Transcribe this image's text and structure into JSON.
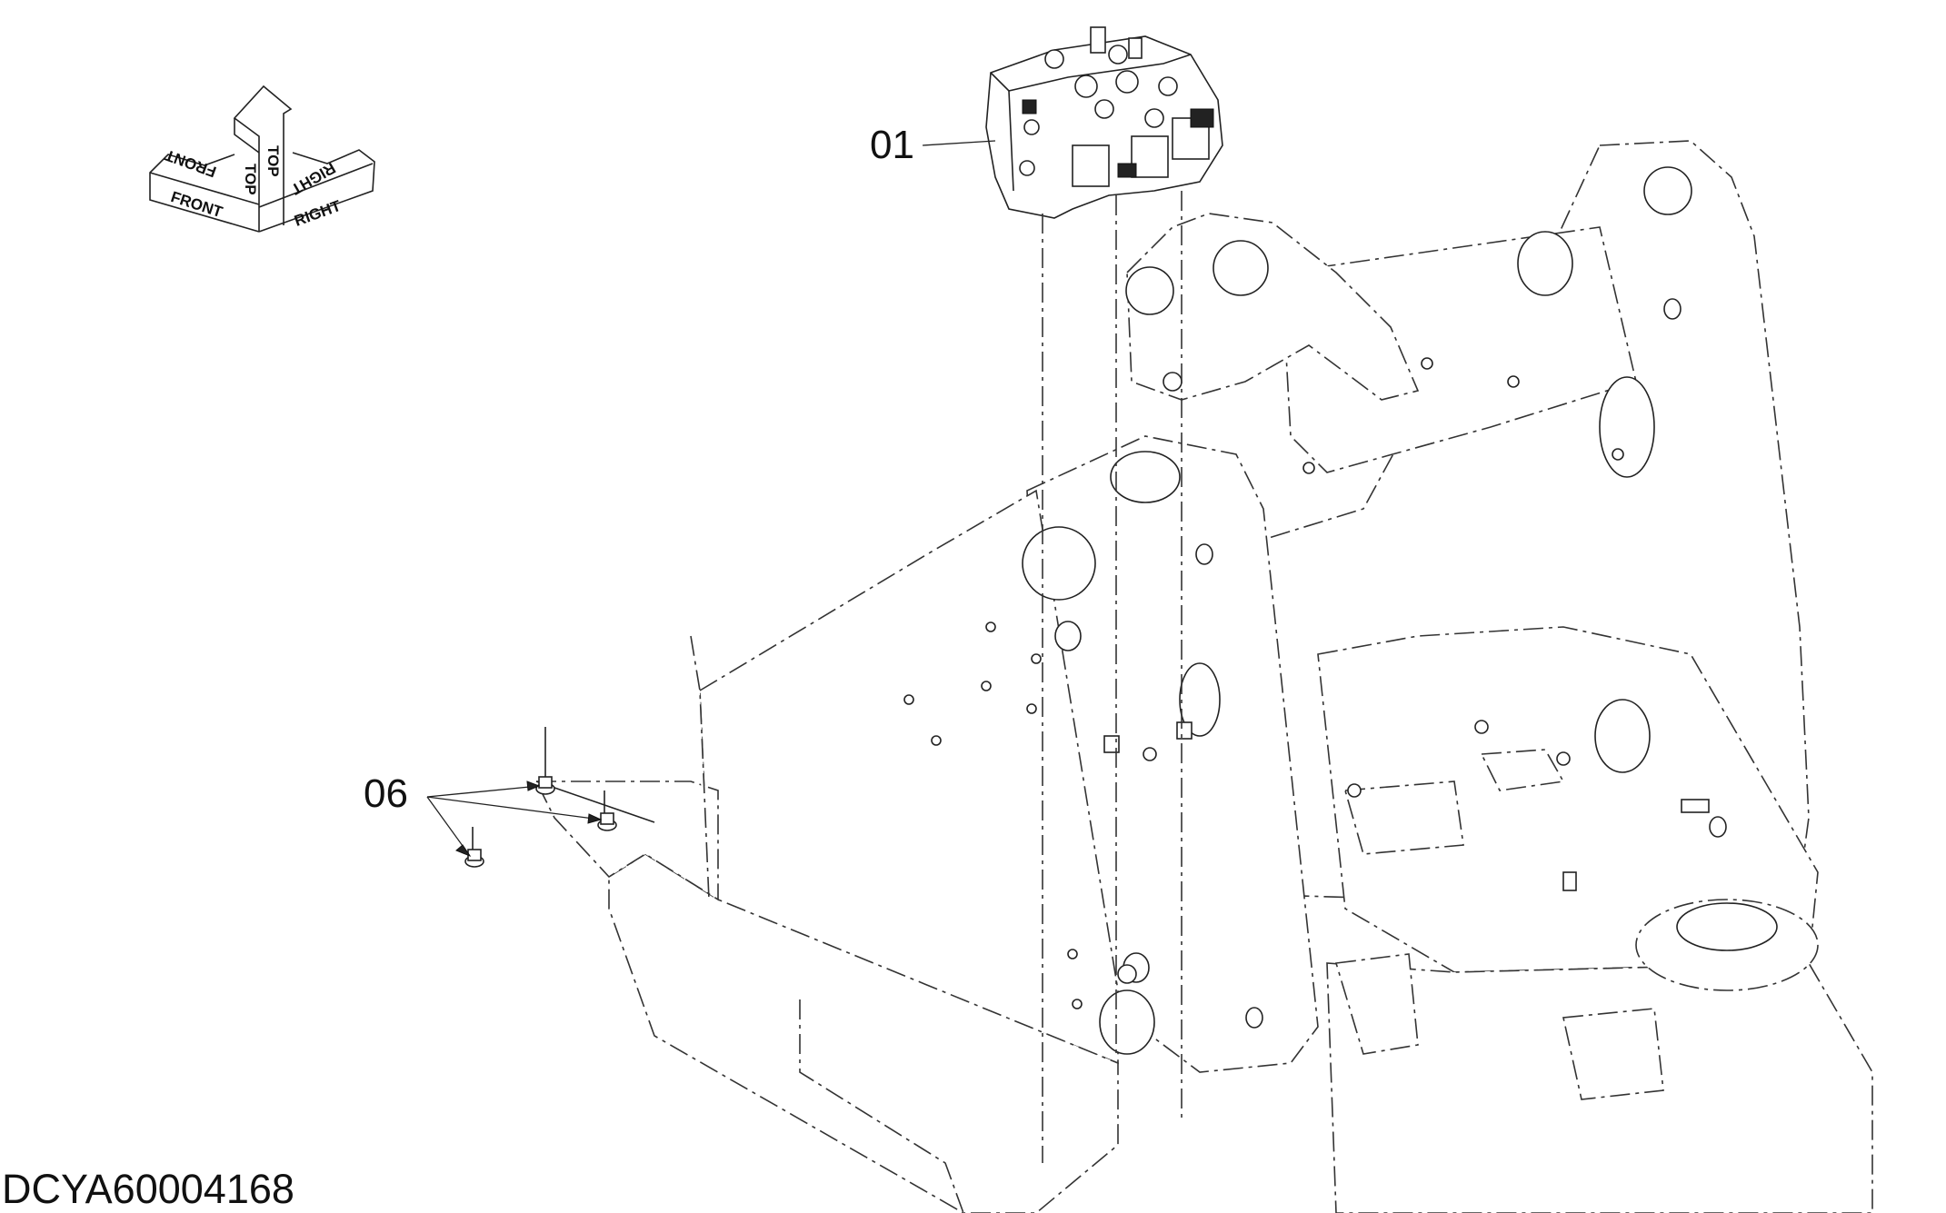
{
  "diagram": {
    "document_id": "DCYA60004168",
    "callouts": [
      {
        "id": "callout-01",
        "label": "01"
      },
      {
        "id": "callout-06",
        "label": "06"
      }
    ],
    "orientation": {
      "labels": [
        "FRONT",
        "FRONT",
        "TOP",
        "TOP",
        "RIGHT",
        "RIGHT"
      ]
    }
  }
}
